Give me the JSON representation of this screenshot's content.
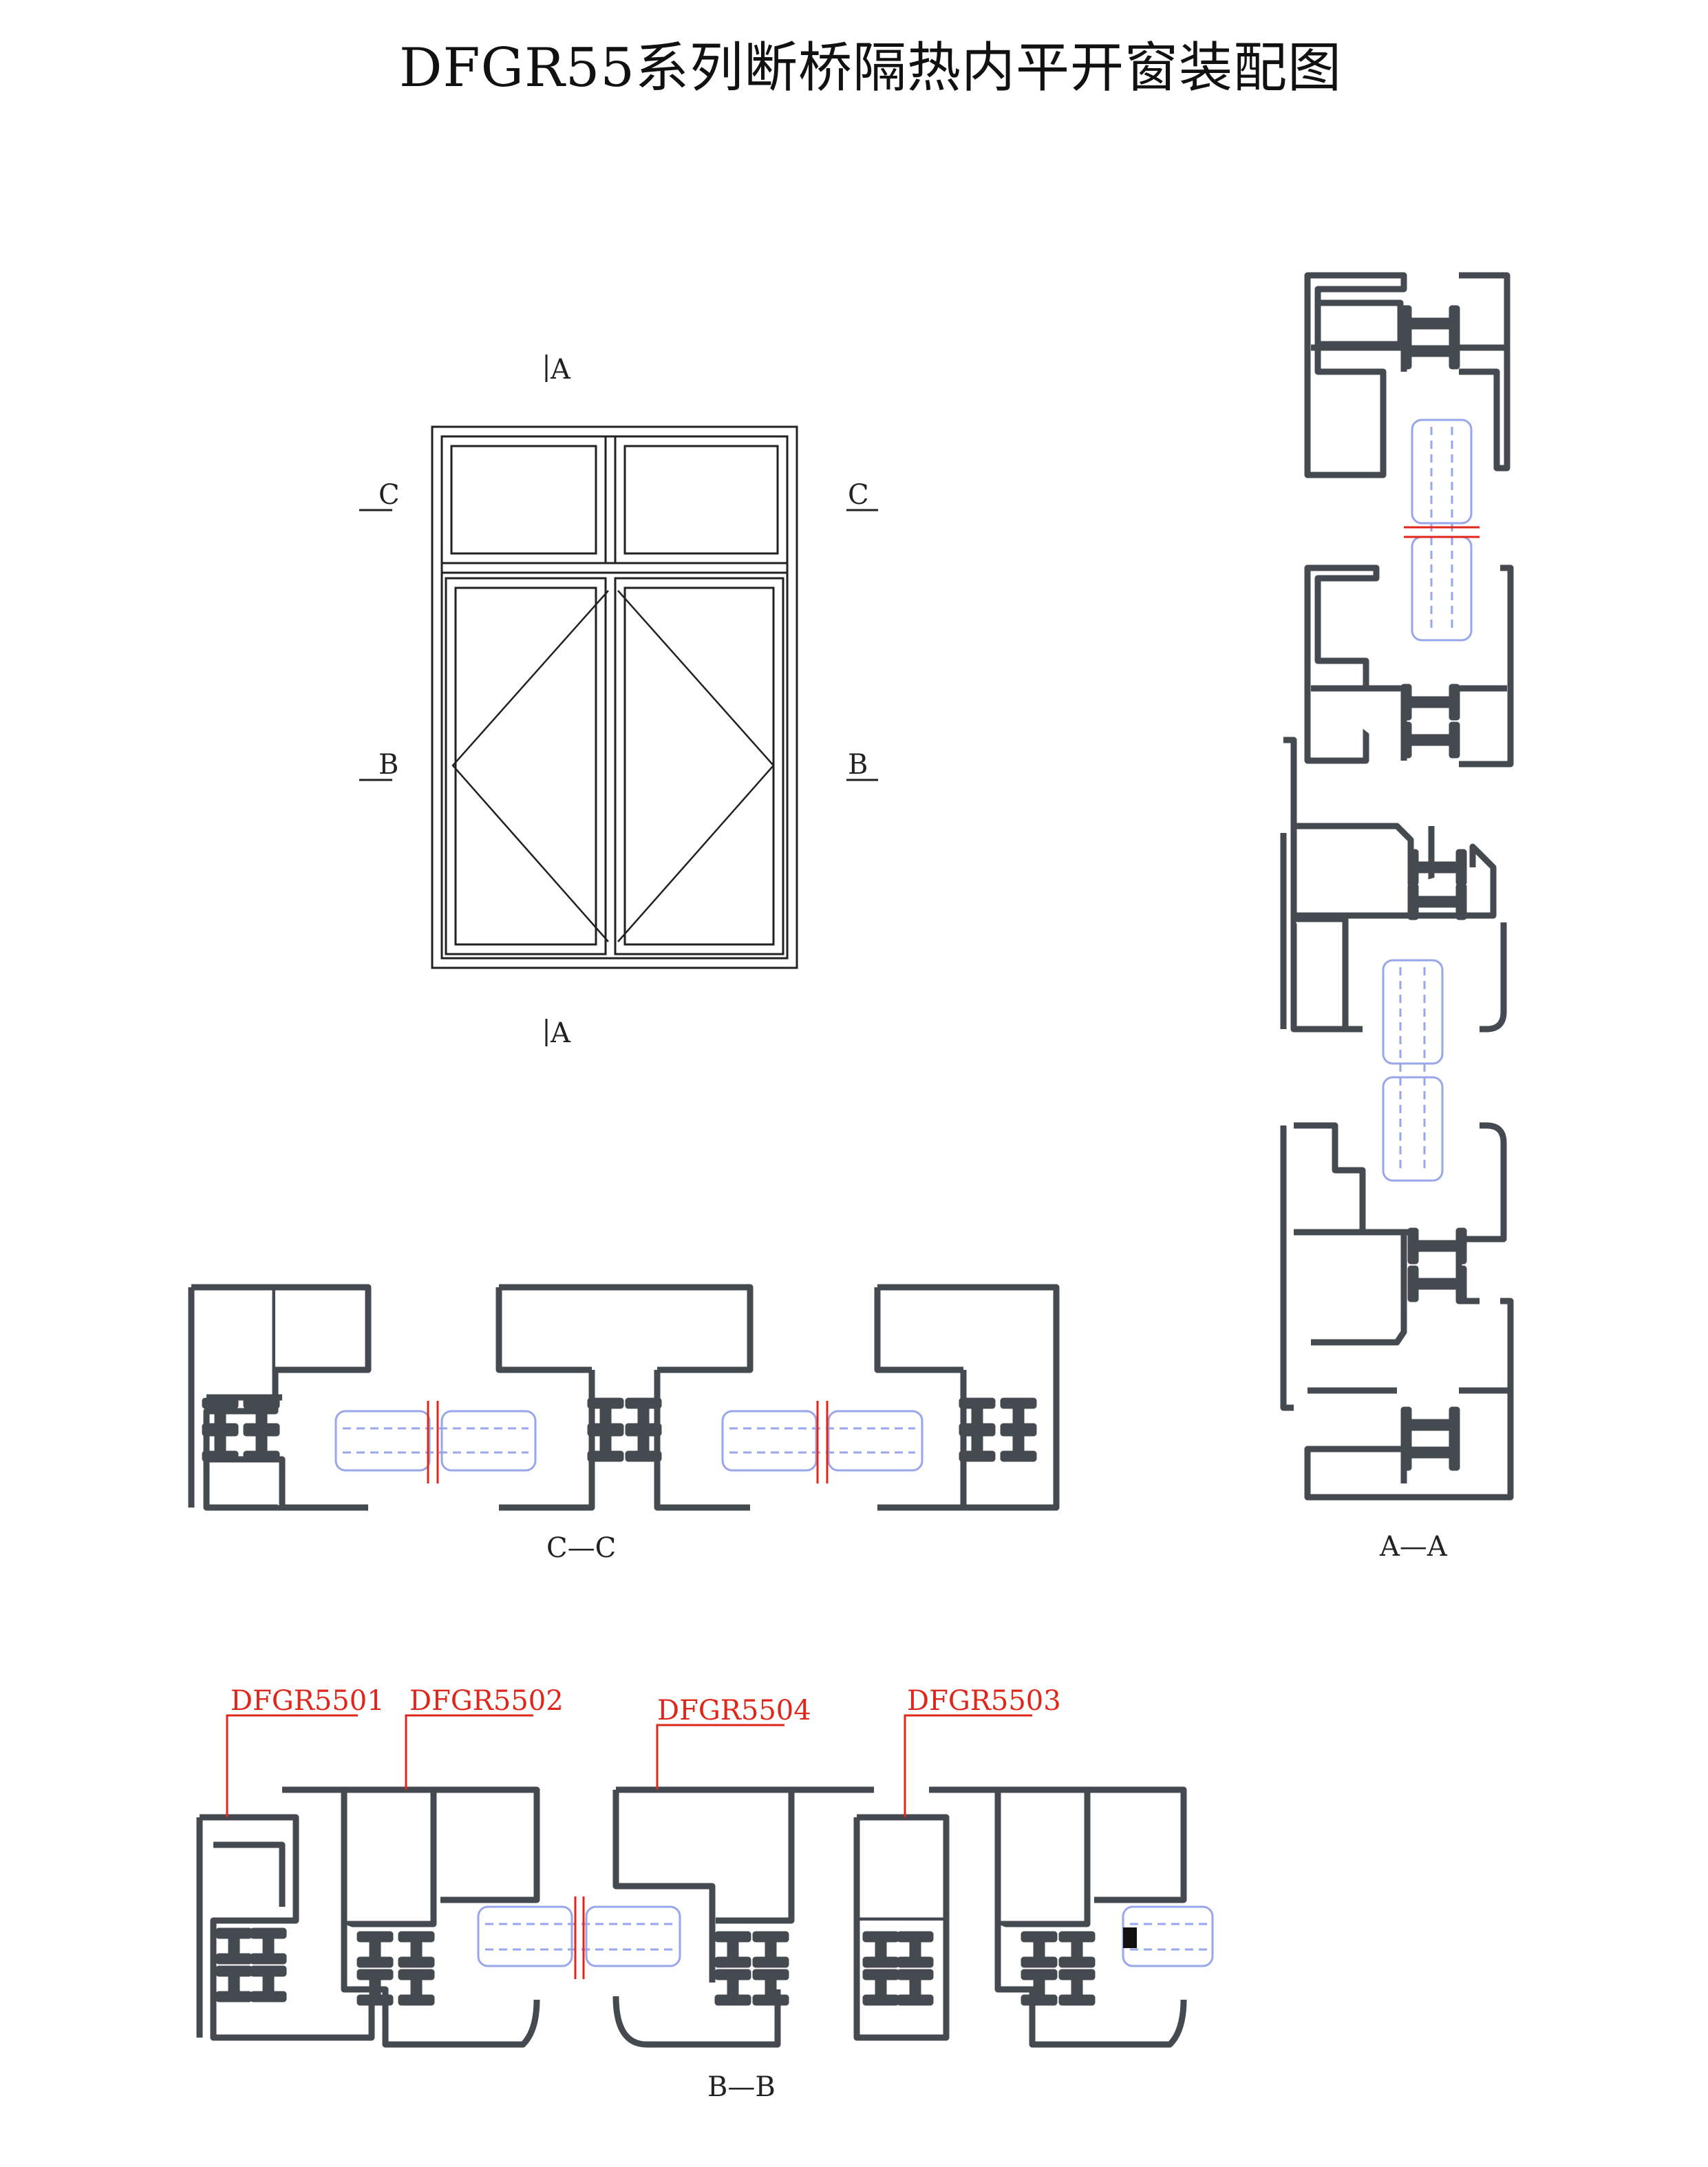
{
  "title": "DFGR55系列断桥隔热内平开窗装配图",
  "elevation": {
    "markers": {
      "top_a": "A",
      "bottom_a": "A",
      "left_c": "C",
      "right_c": "C",
      "left_b": "B",
      "right_b": "B"
    }
  },
  "sections": {
    "cc": "C—C",
    "aa": "A—A",
    "bb": "B—B"
  },
  "profiles": [
    {
      "code": "DFGR5501"
    },
    {
      "code": "DFGR5502"
    },
    {
      "code": "DFGR5504"
    },
    {
      "code": "DFGR5503"
    }
  ],
  "colors": {
    "profile": "#444a50",
    "profile_fill": "#ffffff",
    "thermal_strip": "#2b5fd8",
    "glass_line": "#9aa6ea",
    "leader_red": "#e0261b",
    "seal_black": "#111111"
  }
}
